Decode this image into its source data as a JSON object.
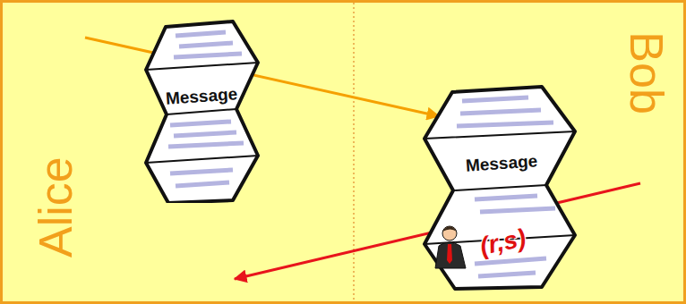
{
  "diagram": {
    "nodes": [
      {
        "text": [
          "Alice"
        ]
      },
      {
        "text": [
          "Bob"
        ]
      },
      {
        "text": [
          "Message"
        ],
        "in": 0
      },
      {
        "text": [
          "Message",
          "(r,s)"
        ],
        "in": 1
      }
    ],
    "edges": [
      {
        "from": 2,
        "to": 3,
        "arrow": "to"
      },
      {
        "from": 3,
        "to": 0,
        "arrow": "to"
      }
    ]
  }
}
